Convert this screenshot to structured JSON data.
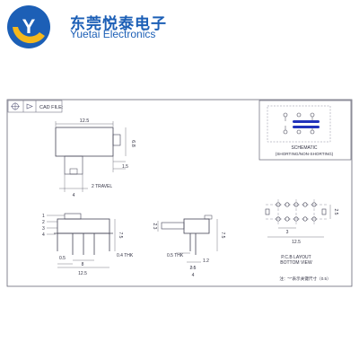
{
  "brand": {
    "name_cn": "东莞悦泰电子",
    "name_en": "Yuetai Electronics",
    "logo_letter": "Y",
    "accent": "#1c5fb6",
    "accent_2": "#f5b81c"
  },
  "header": {
    "cad_file_label": "CAD FILE:"
  },
  "top_view": {
    "width_dim": "12.5",
    "height_dim": "6.8",
    "travel_dim": "2 TRAVEL",
    "small_dim": "4",
    "side_dim": "1.5"
  },
  "schematic": {
    "title": "SCHEMATIC",
    "subtitle": "(SHORTING/NON-SHORTING)"
  },
  "front_view": {
    "callouts": [
      "1",
      "2",
      "3",
      "4"
    ],
    "pitch_dim": "0.5",
    "span_dim": "8",
    "overall_dim": "12.5",
    "pin_dim": "0.4 THK",
    "height_dim": "7.5"
  },
  "side_view": {
    "height_dim": "2.3",
    "right_dim": "7.5",
    "base_dim": "0.5 THK",
    "pin_dim": "1.2",
    "bottom_dim": "2.5",
    "bottom_dim_2": "4"
  },
  "pcb": {
    "title": "P.C.B LAYOUT",
    "subtitle": "BOTTOM VIEW",
    "pitch_dim": "3",
    "width_dim": "12.5",
    "right_dim": "2.5",
    "note": "注：\"*\"表示关键尺寸（0.5）"
  }
}
